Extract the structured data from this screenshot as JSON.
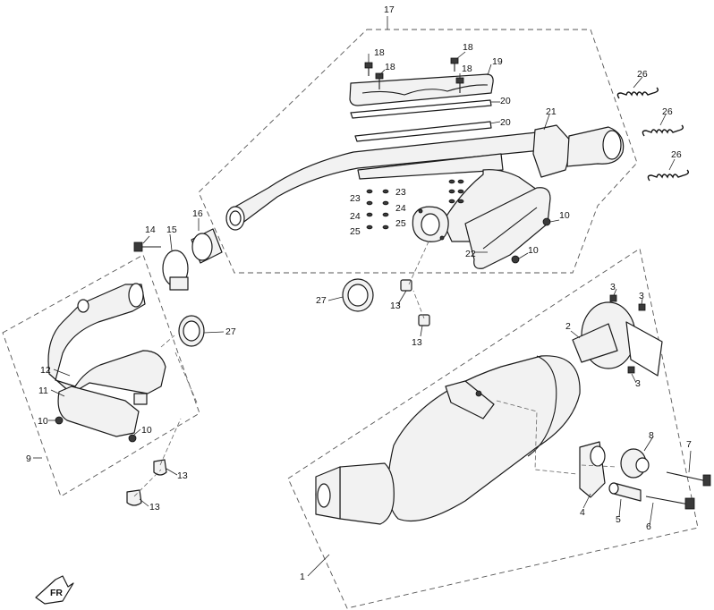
{
  "diagram": {
    "callouts": {
      "c1": "1",
      "c2": "2",
      "c3a": "3",
      "c3b": "3",
      "c3c": "3",
      "c4": "4",
      "c5": "5",
      "c6": "6",
      "c7": "7",
      "c8": "8",
      "c9": "9",
      "c10a": "10",
      "c10b": "10",
      "c10c": "10",
      "c10d": "10",
      "c11": "11",
      "c12": "12",
      "c13a": "13",
      "c13b": "13",
      "c13c": "13",
      "c13d": "13",
      "c14": "14",
      "c15": "15",
      "c16": "16",
      "c17": "17",
      "c18a": "18",
      "c18b": "18",
      "c18c": "18",
      "c18d": "18",
      "c19": "19",
      "c20a": "20",
      "c20b": "20",
      "c21": "21",
      "c22": "22",
      "c23a": "23",
      "c23b": "23",
      "c24a": "24",
      "c24b": "24",
      "c25a": "25",
      "c25b": "25",
      "c26a": "26",
      "c26b": "26",
      "c26c": "26",
      "c27a": "27",
      "c27b": "27"
    },
    "direction_label": "FR"
  }
}
